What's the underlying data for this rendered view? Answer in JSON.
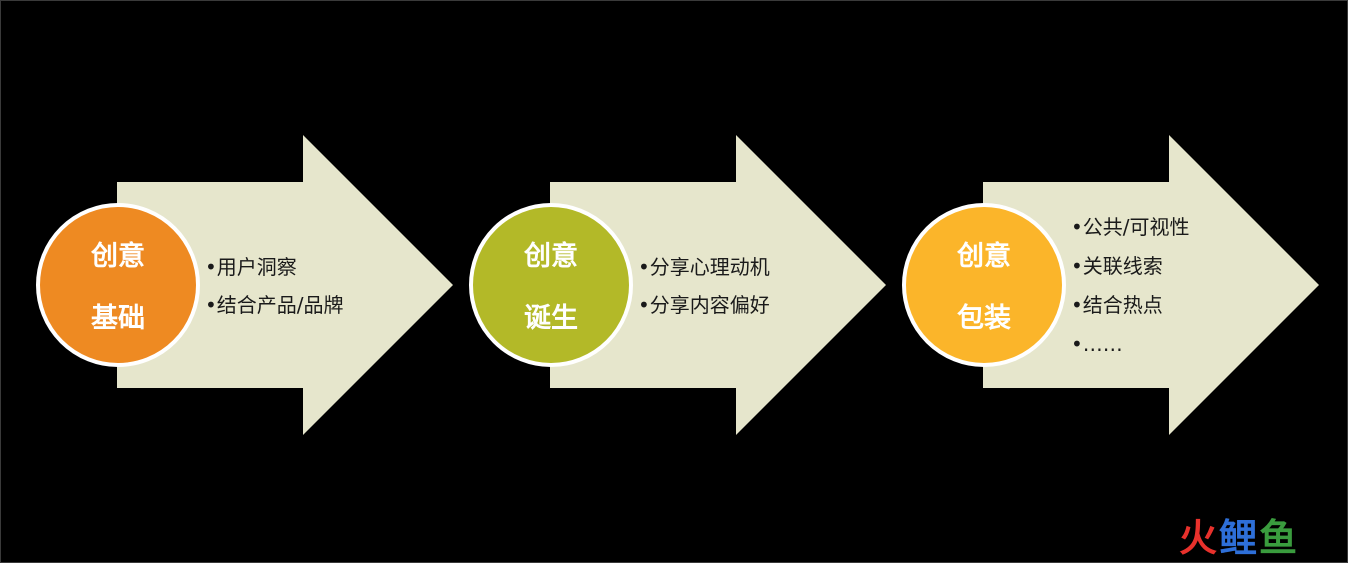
{
  "colors": {
    "background": "#000000",
    "arrow_fill": "#e6e6cc",
    "circle_border": "#ffffff",
    "bullet_text": "#1a1a1a"
  },
  "steps": [
    {
      "circle_line1": "创意",
      "circle_line2": "基础",
      "circle_color": "#ee8a22",
      "bullets": [
        "•用户洞察",
        "•结合产品/品牌"
      ]
    },
    {
      "circle_line1": "创意",
      "circle_line2": "诞生",
      "circle_color": "#b3b928",
      "bullets": [
        "•分享心理动机",
        "•分享内容偏好"
      ]
    },
    {
      "circle_line1": "创意",
      "circle_line2": "包装",
      "circle_color": "#fbb52a",
      "bullets": [
        "•公共/可视性",
        "•关联线索",
        "•结合热点",
        "•……"
      ]
    }
  ],
  "watermark": {
    "chars": [
      "火",
      "鲤",
      "鱼"
    ],
    "colors": [
      "#e8312c",
      "#2e6fd8",
      "#3a9c3e"
    ]
  }
}
